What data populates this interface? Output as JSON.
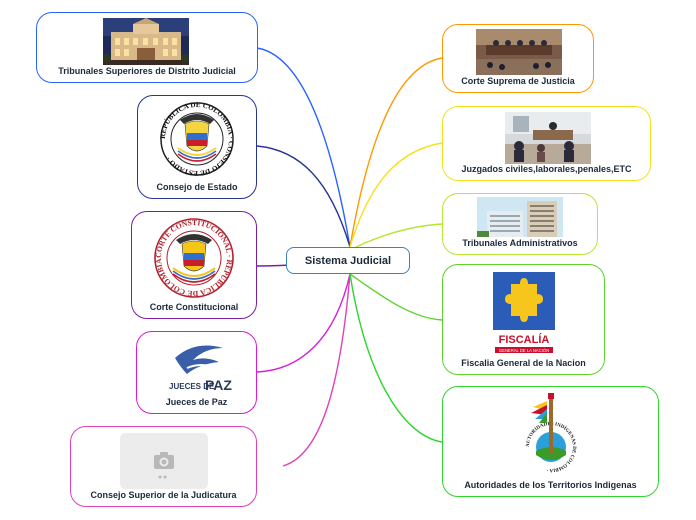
{
  "central_topic": "Sistema Judicial",
  "left_branches": [
    {
      "label": "Tribunales Superiores de Distrito Judicial",
      "color": "#2962ff"
    },
    {
      "label": "Consejo de Estado",
      "color": "#283593"
    },
    {
      "label": "Corte Constitucional",
      "color": "#7b1fa2"
    },
    {
      "label": "Jueces de Paz",
      "color": "#d81bd8"
    },
    {
      "label": "Consejo Superior de la Judicatura",
      "color": "#e040b8"
    }
  ],
  "right_branches": [
    {
      "label": "Corte Suprema de Justicia",
      "color": "#ff9800"
    },
    {
      "label": "Juzgados civiles,laborales,penales,ETC",
      "color": "#f4e21a"
    },
    {
      "label": "Tribunales Administrativos",
      "color": "#b6e630"
    },
    {
      "label": "Fiscalia General de la Nacion",
      "color": "#5ed22a"
    },
    {
      "label": "Autoridades de los Territorios Indigenas",
      "color": "#2ed62e"
    }
  ],
  "images": {
    "seal_consejo": {
      "ring_text": "REPÚBLICA DE COLOMBIA · CONSEJO DE ESTADO ·"
    },
    "seal_corte": {
      "ring_text": "CORTE CONSTITUCIONAL · REPÚBLICA DE COLOMBIA ·"
    },
    "jueces_logo": {
      "text_left": "JUECES DE",
      "text_right": "PAZ"
    },
    "fiscalia_logo": {
      "name": "FISCALÍA",
      "subtitle": "GENERAL DE LA NACIÓN"
    },
    "indigenas_logo": {
      "ring_text": "AUTORIDADES INDÍGENAS DE COLOMBIA ·"
    }
  }
}
